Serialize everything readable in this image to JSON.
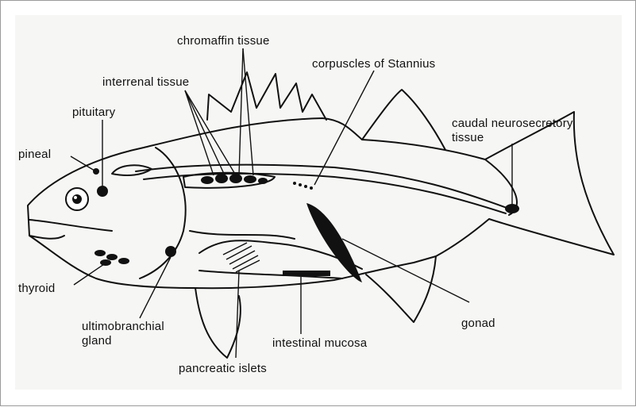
{
  "labels": {
    "chromaffin_tissue": "chromaffin tissue",
    "corpuscles_of_stannius": "corpuscles of Stannius",
    "interrenal_tissue": "interrenal tissue",
    "pituitary": "pituitary",
    "caudal_neurosecretory_line1": "caudal neurosecretory",
    "caudal_neurosecretory_line2": "tissue",
    "pineal": "pineal",
    "thyroid": "thyroid",
    "ultimobranchial_line1": "ultimobranchial",
    "ultimobranchial_line2": "gland",
    "gonad": "gonad",
    "intestinal_mucosa": "intestinal mucosa",
    "pancreatic_islets": "pancreatic islets"
  },
  "colors": {
    "ink": "#111111",
    "plate": "#f6f6f4",
    "border": "#9a9a9a"
  }
}
